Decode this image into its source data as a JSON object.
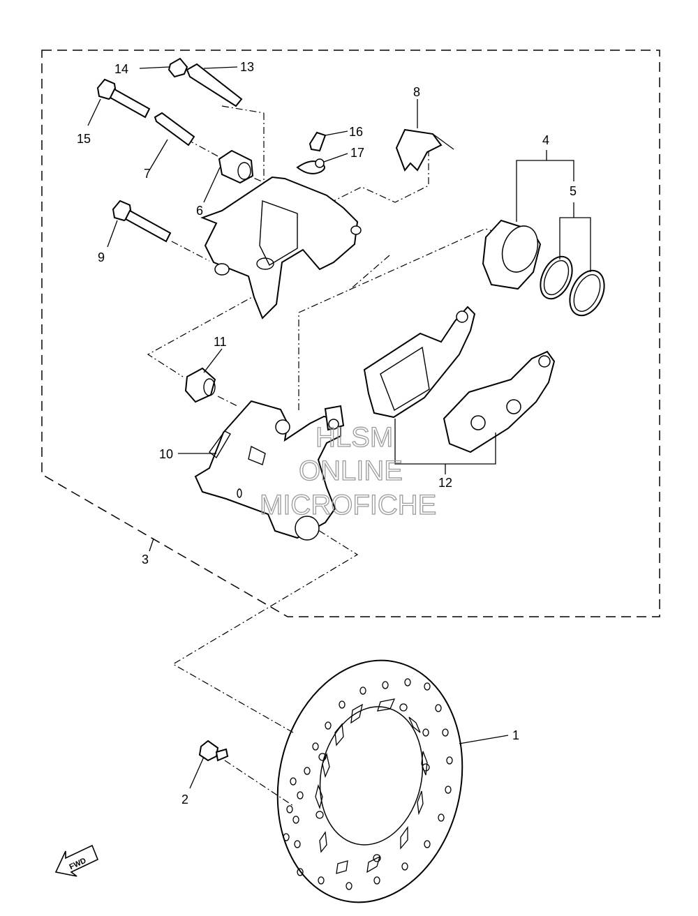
{
  "callouts": [
    {
      "id": "1",
      "text": "1"
    },
    {
      "id": "2",
      "text": "2"
    },
    {
      "id": "3",
      "text": "3"
    },
    {
      "id": "4",
      "text": "4"
    },
    {
      "id": "5",
      "text": "5"
    },
    {
      "id": "6",
      "text": "6"
    },
    {
      "id": "7",
      "text": "7"
    },
    {
      "id": "8",
      "text": "8"
    },
    {
      "id": "9",
      "text": "9"
    },
    {
      "id": "10",
      "text": "10"
    },
    {
      "id": "11",
      "text": "11"
    },
    {
      "id": "12",
      "text": "12"
    },
    {
      "id": "13",
      "text": "13"
    },
    {
      "id": "14",
      "text": "14"
    },
    {
      "id": "15",
      "text": "15"
    },
    {
      "id": "16",
      "text": "16"
    },
    {
      "id": "17",
      "text": "17"
    }
  ],
  "fwd_label": "FWD",
  "watermark": [
    "HLSM",
    "ONLINE",
    "MICROFICHE"
  ]
}
